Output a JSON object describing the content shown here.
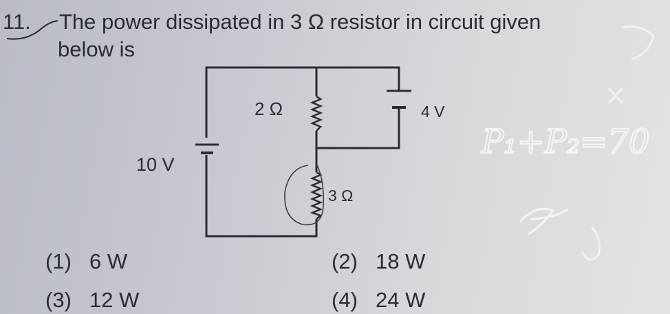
{
  "question": {
    "number": "11.",
    "text_line1": "The power dissipated in 3 Ω resistor in circuit given",
    "text_line2": "below is"
  },
  "circuit": {
    "source_left_label": "10 V",
    "source_right_label": "4 V",
    "resistor_top_label": "2 Ω",
    "resistor_bottom_label": "3 Ω"
  },
  "options": [
    {
      "label": "(1)",
      "value": "6 W"
    },
    {
      "label": "(2)",
      "value": "18 W"
    },
    {
      "label": "(3)",
      "value": "12 W"
    },
    {
      "label": "(4)",
      "value": "24 W"
    }
  ],
  "handwriting": {
    "equation": "P₁+P₂=70"
  },
  "colors": {
    "ink": "#2a2c33",
    "pencil": "#f4f5f7"
  }
}
